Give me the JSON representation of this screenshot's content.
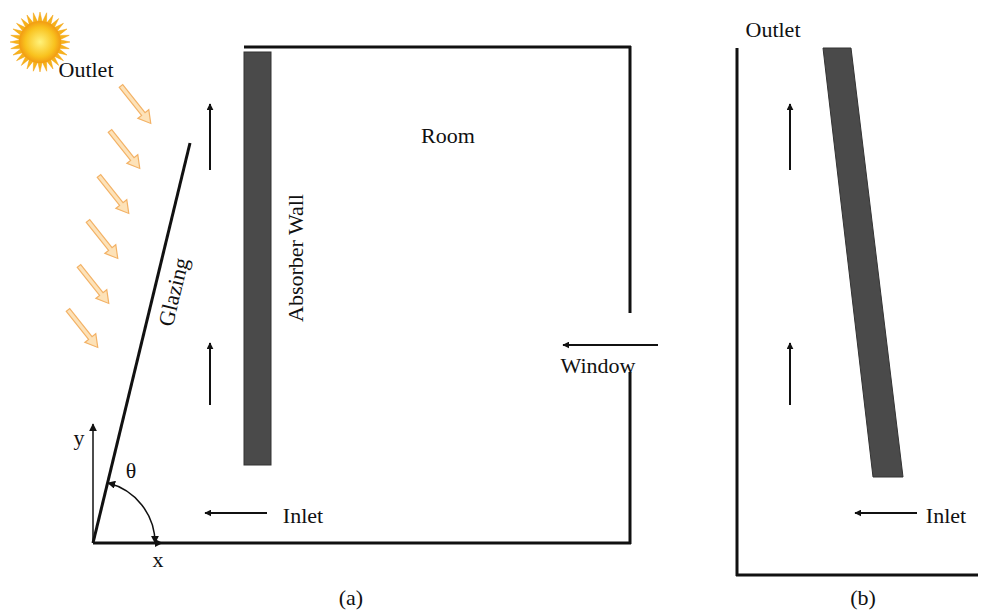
{
  "diagram": {
    "labels": [
      "Outlet",
      "Glazing",
      "Absorber Wall",
      "Room",
      "Window",
      "Inlet",
      "y",
      "x",
      "θ",
      "(a)",
      "Outlet",
      "Inlet",
      "(b)"
    ]
  }
}
